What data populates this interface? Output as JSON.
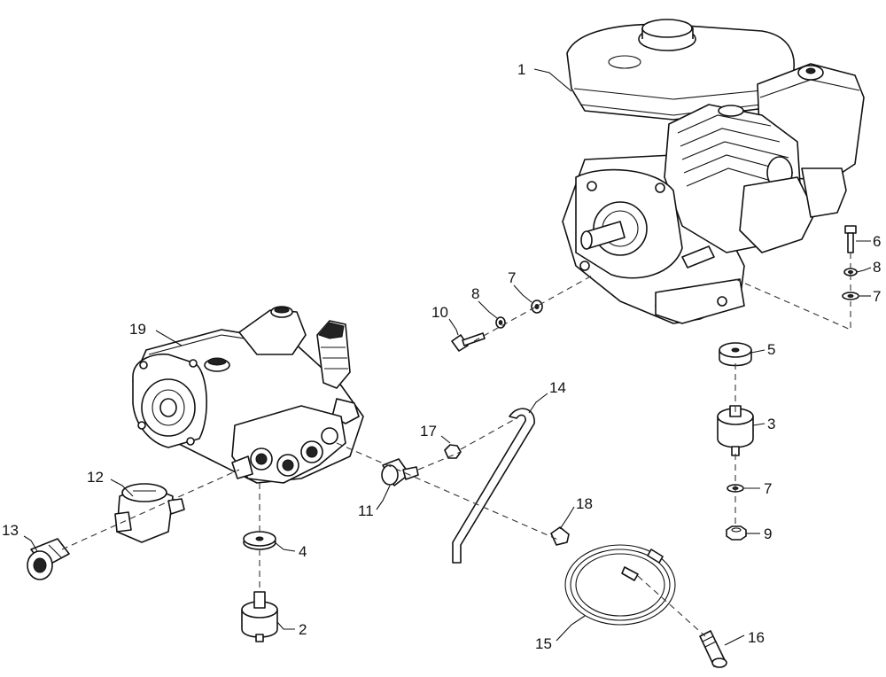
{
  "diagram": {
    "callouts": [
      {
        "id": "c1",
        "label": "1"
      },
      {
        "id": "c2",
        "label": "2"
      },
      {
        "id": "c3",
        "label": "3"
      },
      {
        "id": "c4",
        "label": "4"
      },
      {
        "id": "c5",
        "label": "5"
      },
      {
        "id": "c6",
        "label": "6"
      },
      {
        "id": "c7a",
        "label": "7"
      },
      {
        "id": "c7b",
        "label": "7"
      },
      {
        "id": "c7c",
        "label": "7"
      },
      {
        "id": "c8a",
        "label": "8"
      },
      {
        "id": "c8b",
        "label": "8"
      },
      {
        "id": "c9",
        "label": "9"
      },
      {
        "id": "c10",
        "label": "10"
      },
      {
        "id": "c11",
        "label": "11"
      },
      {
        "id": "c12",
        "label": "12"
      },
      {
        "id": "c13",
        "label": "13"
      },
      {
        "id": "c14",
        "label": "14"
      },
      {
        "id": "c15",
        "label": "15"
      },
      {
        "id": "c16",
        "label": "16"
      },
      {
        "id": "c17",
        "label": "17"
      },
      {
        "id": "c18",
        "label": "18"
      },
      {
        "id": "c19",
        "label": "19"
      }
    ]
  }
}
